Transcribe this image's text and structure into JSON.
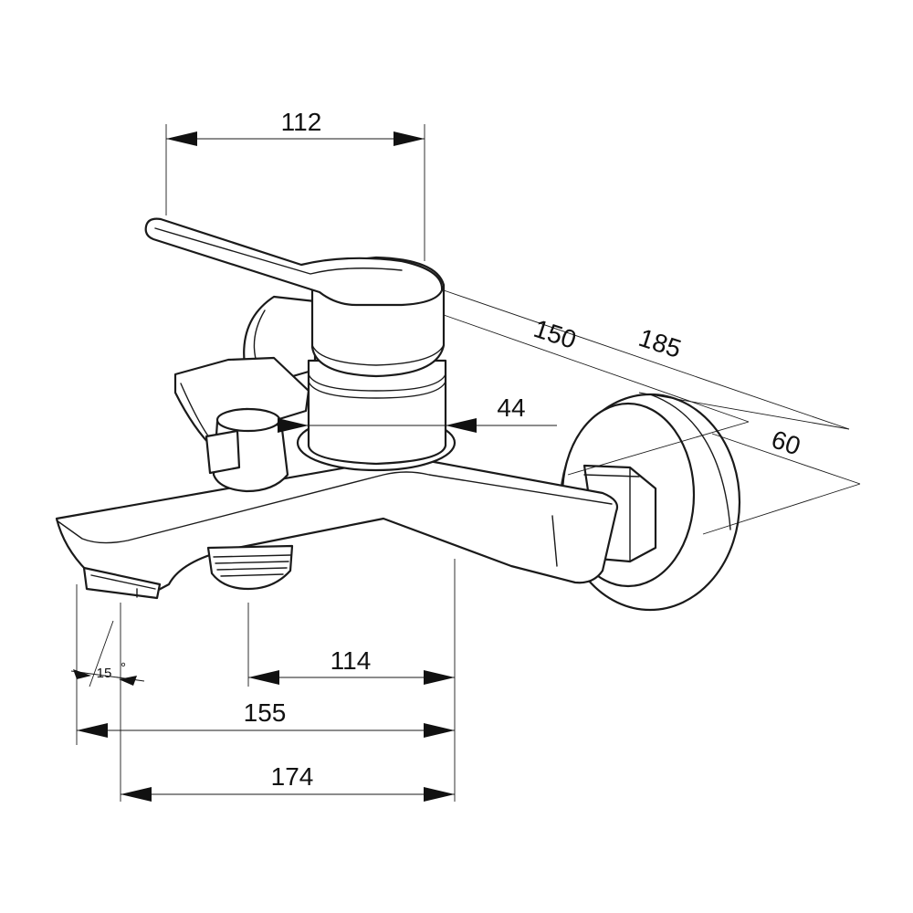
{
  "dimensions": {
    "lever_width": "112",
    "depth_body": "150",
    "depth_total": "185",
    "body_diameter": "44",
    "wall_plate": "60",
    "outlet_to_wall": "114",
    "spout_to_wall": "155",
    "total_projection": "174",
    "spout_angle_value": "15",
    "spout_angle_unit": "°"
  }
}
